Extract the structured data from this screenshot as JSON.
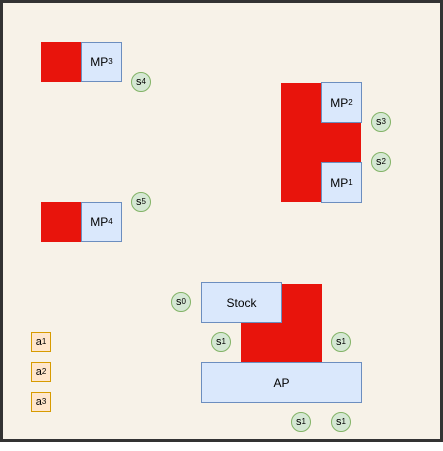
{
  "colors": {
    "background": "#f7f2e8",
    "border": "#333333",
    "occupied": "#e8140c",
    "station_fill": "#dae8fc",
    "station_stroke": "#6c8ebf",
    "state_fill": "#d5e8d4",
    "state_stroke": "#82b366",
    "agent_fill": "#ffe6cc",
    "agent_stroke": "#d79b00"
  },
  "stations": {
    "mp3": {
      "base": "MP",
      "sub": "3"
    },
    "mp2": {
      "base": "MP",
      "sub": "2"
    },
    "mp1": {
      "base": "MP",
      "sub": "1"
    },
    "mp4": {
      "base": "MP",
      "sub": "4"
    },
    "stock": {
      "label": "Stock"
    },
    "ap": {
      "label": "AP"
    }
  },
  "states": {
    "s4": {
      "base": "s",
      "sub": "4"
    },
    "s3": {
      "base": "s",
      "sub": "3"
    },
    "s2": {
      "base": "s",
      "sub": "2"
    },
    "s5": {
      "base": "s",
      "sub": "5"
    },
    "s0": {
      "base": "s",
      "sub": "0"
    },
    "s1_left": {
      "base": "s",
      "sub": "1"
    },
    "s1_right": {
      "base": "s",
      "sub": "1"
    },
    "s1_bottom_left": {
      "base": "s",
      "sub": "1"
    },
    "s1_bottom_right": {
      "base": "s",
      "sub": "1"
    }
  },
  "agents": [
    {
      "base": "a",
      "sub": "1"
    },
    {
      "base": "a",
      "sub": "2"
    },
    {
      "base": "a",
      "sub": "3"
    }
  ]
}
